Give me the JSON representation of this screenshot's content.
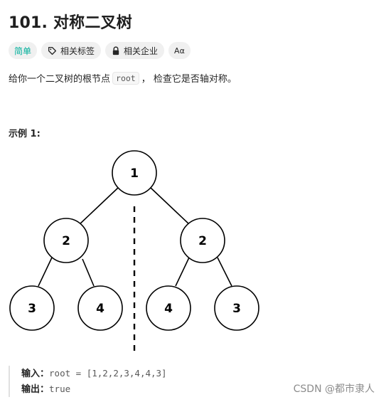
{
  "problem": {
    "title": "101. 对称二叉树"
  },
  "tags": {
    "difficulty": "简单",
    "related_tags": "相关标签",
    "related_companies": "相关企业",
    "language_icon_text": "Aα"
  },
  "description": {
    "before": "给你一个二叉树的根节点",
    "code": "root",
    "after": "， 检查它是否轴对称。"
  },
  "example": {
    "title": "示例 1:",
    "tree_nodes": [
      {
        "id": "root",
        "label": "1"
      },
      {
        "id": "l",
        "label": "2"
      },
      {
        "id": "r",
        "label": "2"
      },
      {
        "id": "ll",
        "label": "3"
      },
      {
        "id": "lr",
        "label": "4"
      },
      {
        "id": "rl",
        "label": "4"
      },
      {
        "id": "rr",
        "label": "3"
      }
    ],
    "input_label": "输入：",
    "input_value": "root = [1,2,2,3,4,4,3]",
    "output_label": "输出：",
    "output_value": "true"
  },
  "watermark": "CSDN @都市隶人",
  "colors": {
    "difficulty_easy": "#00af9b",
    "tag_bg": "#f0f0f0"
  },
  "icons": {
    "tag": "tag-icon",
    "lock": "lock-icon"
  }
}
